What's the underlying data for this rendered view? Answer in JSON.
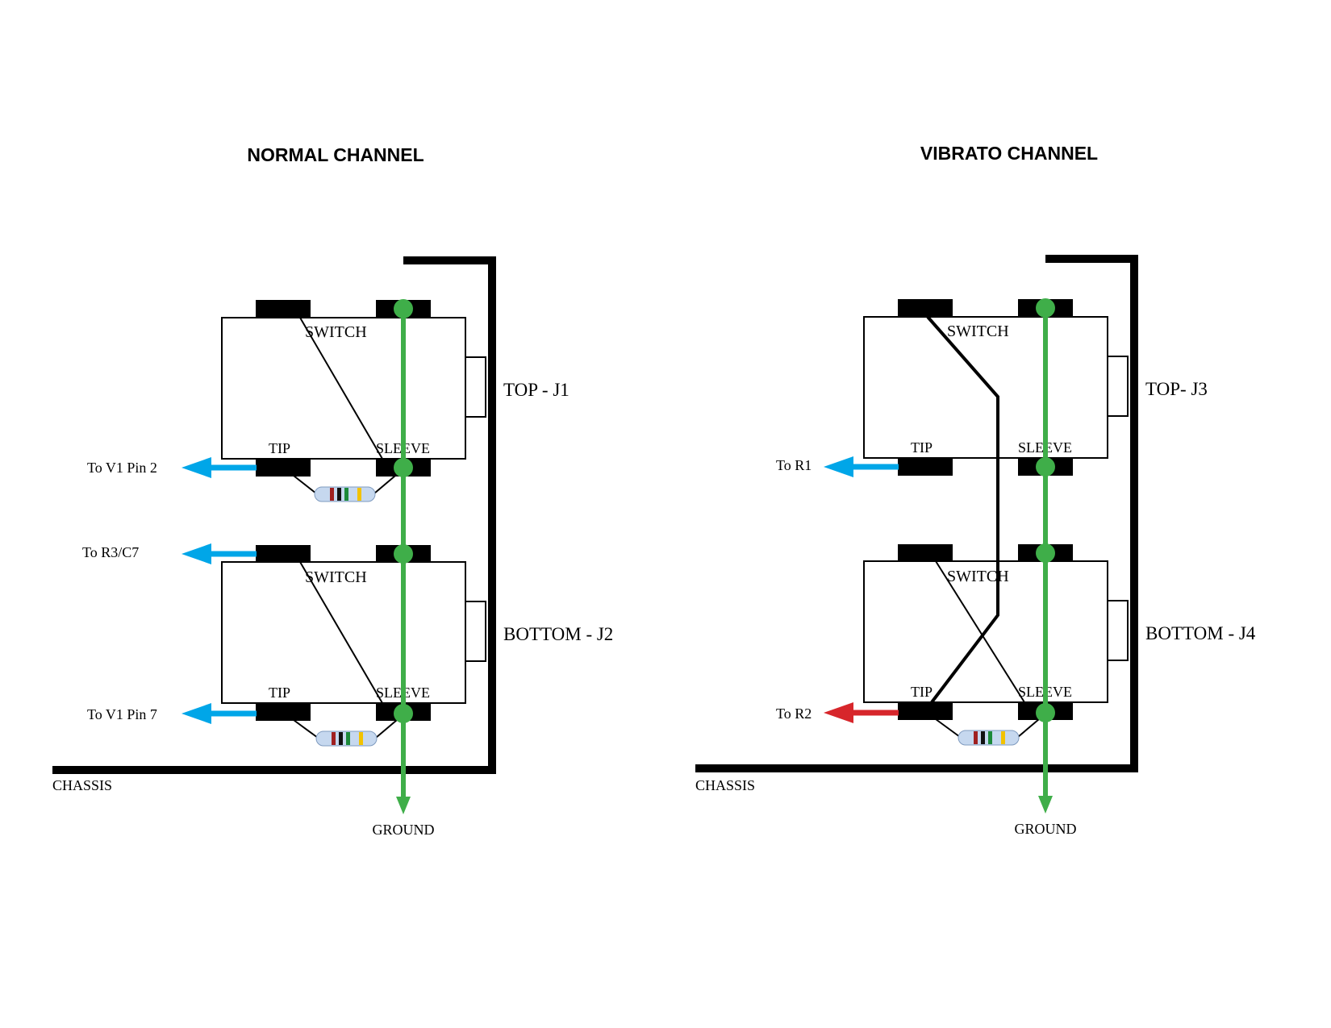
{
  "colors": {
    "ground": "#3fae49",
    "signal_arrow": "#00a6e8",
    "alt_arrow": "#d7262b",
    "chassis": "#000000",
    "resistor_body": "#c6d8ef",
    "resistor_band_red": "#a02020",
    "resistor_band_black": "#111111",
    "resistor_band_green": "#1c8a3a",
    "resistor_band_gold": "#f2c200"
  },
  "normal": {
    "title": "NORMAL CHANNEL",
    "top": {
      "switch": "SWITCH",
      "jack": "TOP - J1",
      "tip": "TIP",
      "sleeve": "SLEEVE",
      "tip_dest": "To V1 Pin 2"
    },
    "bottom": {
      "switch": "SWITCH",
      "jack": "BOTTOM - J2",
      "tip": "TIP",
      "sleeve": "SLEEVE",
      "tip_dest": "To V1 Pin 7",
      "switch_dest": "To R3/C7"
    },
    "chassis": "CHASSIS",
    "ground": "GROUND"
  },
  "vibrato": {
    "title": "VIBRATO CHANNEL",
    "top": {
      "switch": "SWITCH",
      "jack": "TOP- J3",
      "tip": "TIP",
      "sleeve": "SLEEVE",
      "tip_dest": "To R1"
    },
    "bottom": {
      "switch": "SWITCH",
      "jack": "BOTTOM - J4",
      "tip": "TIP",
      "sleeve": "SLEEVE",
      "tip_dest": "To R2"
    },
    "chassis": "CHASSIS",
    "ground": "GROUND"
  }
}
